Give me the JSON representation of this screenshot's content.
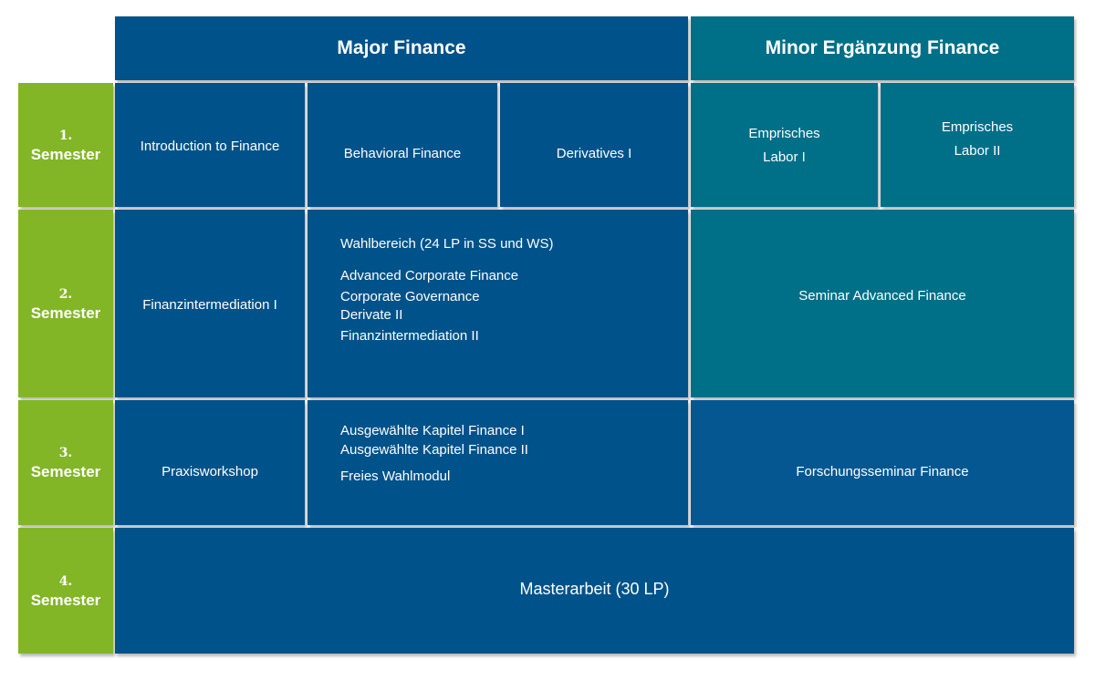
{
  "header": {
    "major": "Major Finance",
    "minor": "Minor Ergänzung Finance"
  },
  "semesters": [
    {
      "num": "1.",
      "label": "Semester"
    },
    {
      "num": "2.",
      "label": "Semester"
    },
    {
      "num": "3.",
      "label": "Semester"
    },
    {
      "num": "4.",
      "label": "Semester"
    }
  ],
  "sem1": {
    "intro": "Introduction to Finance",
    "behavioral": "Behavioral Finance",
    "derivatives": "Derivatives I",
    "labor1": [
      "Emprisches",
      "Labor I"
    ],
    "labor2": [
      "Emprisches",
      "Labor II"
    ]
  },
  "sem2": {
    "finanz": "Finanzintermediation I",
    "wahl_title": "Wahlbereich (24 LP in SS und WS)",
    "wahl_items": [
      "Advanced Corporate Finance",
      "Corporate Governance",
      "Derivate II",
      "Finanzintermediation II"
    ],
    "seminar": "Seminar Advanced Finance"
  },
  "sem3": {
    "praxis": "Praxisworkshop",
    "kapitel": [
      "Ausgewählte Kapitel Finance I",
      "Ausgewählte Kapitel Finance II"
    ],
    "freies": "Freies Wahlmodul",
    "forschung": "Forschungsseminar Finance"
  },
  "sem4": {
    "master": "Masterarbeit (30 LP)"
  }
}
